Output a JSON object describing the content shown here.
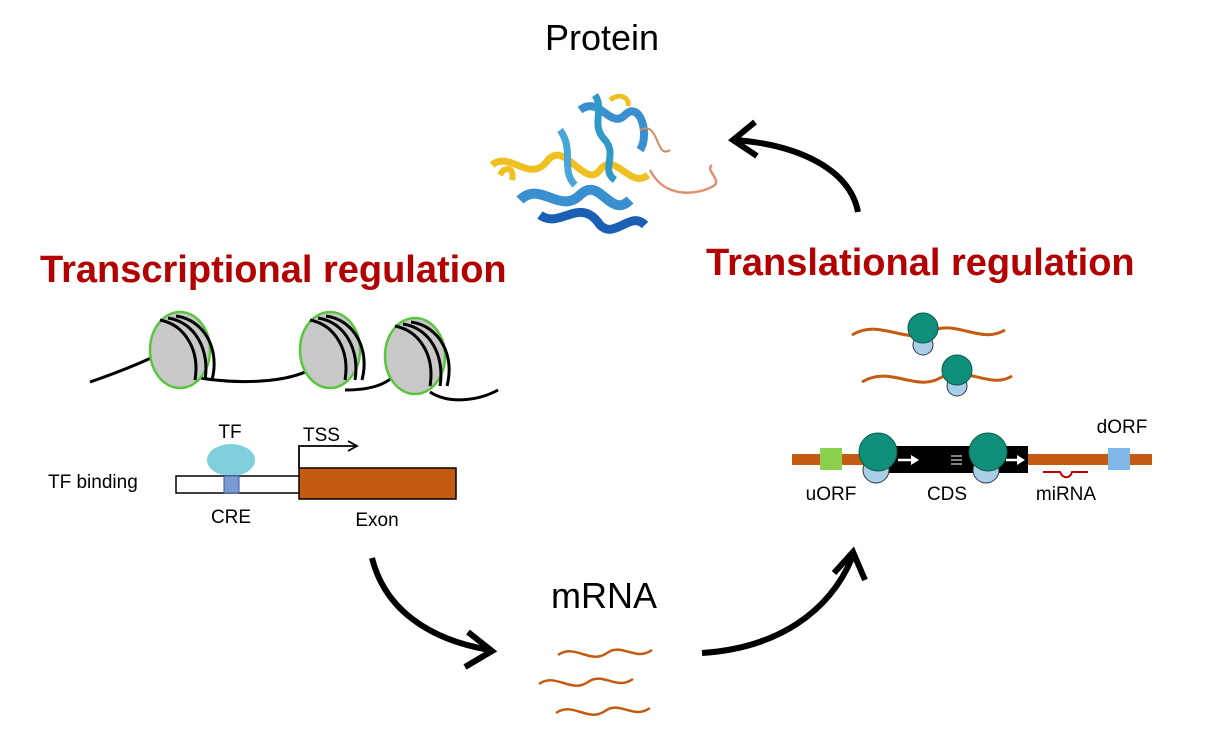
{
  "title": "Protein",
  "mrna_label": "mRNA",
  "transcriptional": {
    "heading": "Transcriptional regulation",
    "tf": "TF",
    "tss": "TSS",
    "tf_binding": "TF binding",
    "cre": "CRE",
    "exon": "Exon"
  },
  "translational": {
    "heading": "Translational regulation",
    "uorf": "uORF",
    "cds": "CDS",
    "mirna": "miRNA",
    "dorf": "dORF"
  },
  "colors": {
    "heading_red": "#b30000",
    "exon_orange": "#c55a11",
    "ribosome_teal": "#0f8f7a",
    "ribosome_small": "#a9cfe8",
    "tf_cyan": "#7fd0dc",
    "cre_blue": "#7a9bd1",
    "uorf_green": "#8bd04a",
    "dorf_blue": "#7fb8e8",
    "nucleosome_gray": "#c8c8c8",
    "nucleosome_rim": "#57c63b"
  }
}
